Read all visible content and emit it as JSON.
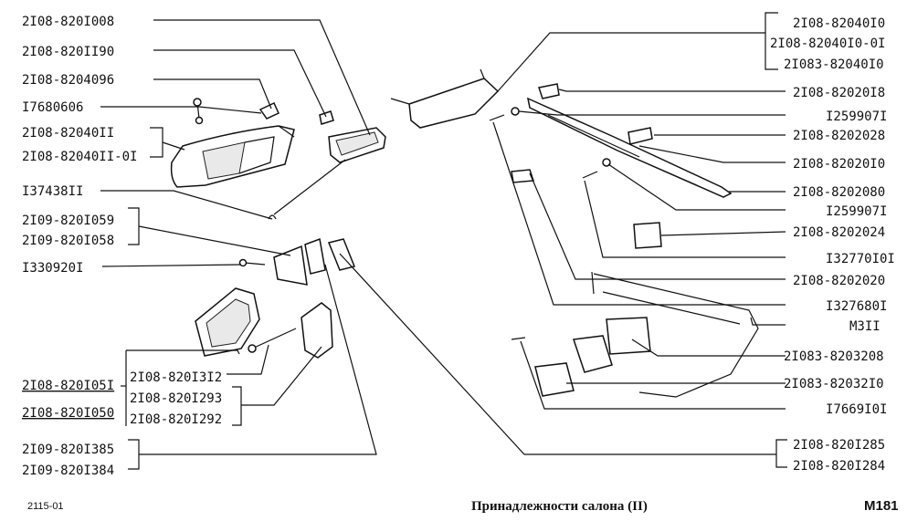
{
  "labels_left": [
    "2I08-820I008",
    "2I08-820II90",
    "2I08-8204096",
    "I7680606",
    "2I08-82040II",
    "2I08-82040II-0I",
    "I37438II",
    "2I09-820I059",
    "2I09-820I058",
    "I330920I",
    "2I08-820I05I",
    "2I08-820I050",
    "2I08-820I3I2",
    "2I08-820I293",
    "2I08-820I292",
    "2I09-820I385",
    "2I09-820I384"
  ],
  "labels_right": [
    "2I08-82040I0",
    "2I08-82040I0-0I",
    "2I083-82040I0",
    "2I08-82020I8",
    "I259907I",
    "2I08-8202028",
    "2I08-82020I0",
    "2I08-8202080",
    "I259907I",
    "2I08-8202024",
    "I32770I0I",
    "2I08-8202020",
    "I327680I",
    "M3II",
    "2I083-8203208",
    "2I083-82032I0",
    "I7669I0I",
    "2I08-820I285",
    "2I08-820I284"
  ],
  "footer": {
    "model": "2115-01",
    "title": "Принадлежности салона (II)",
    "page": "M181"
  }
}
